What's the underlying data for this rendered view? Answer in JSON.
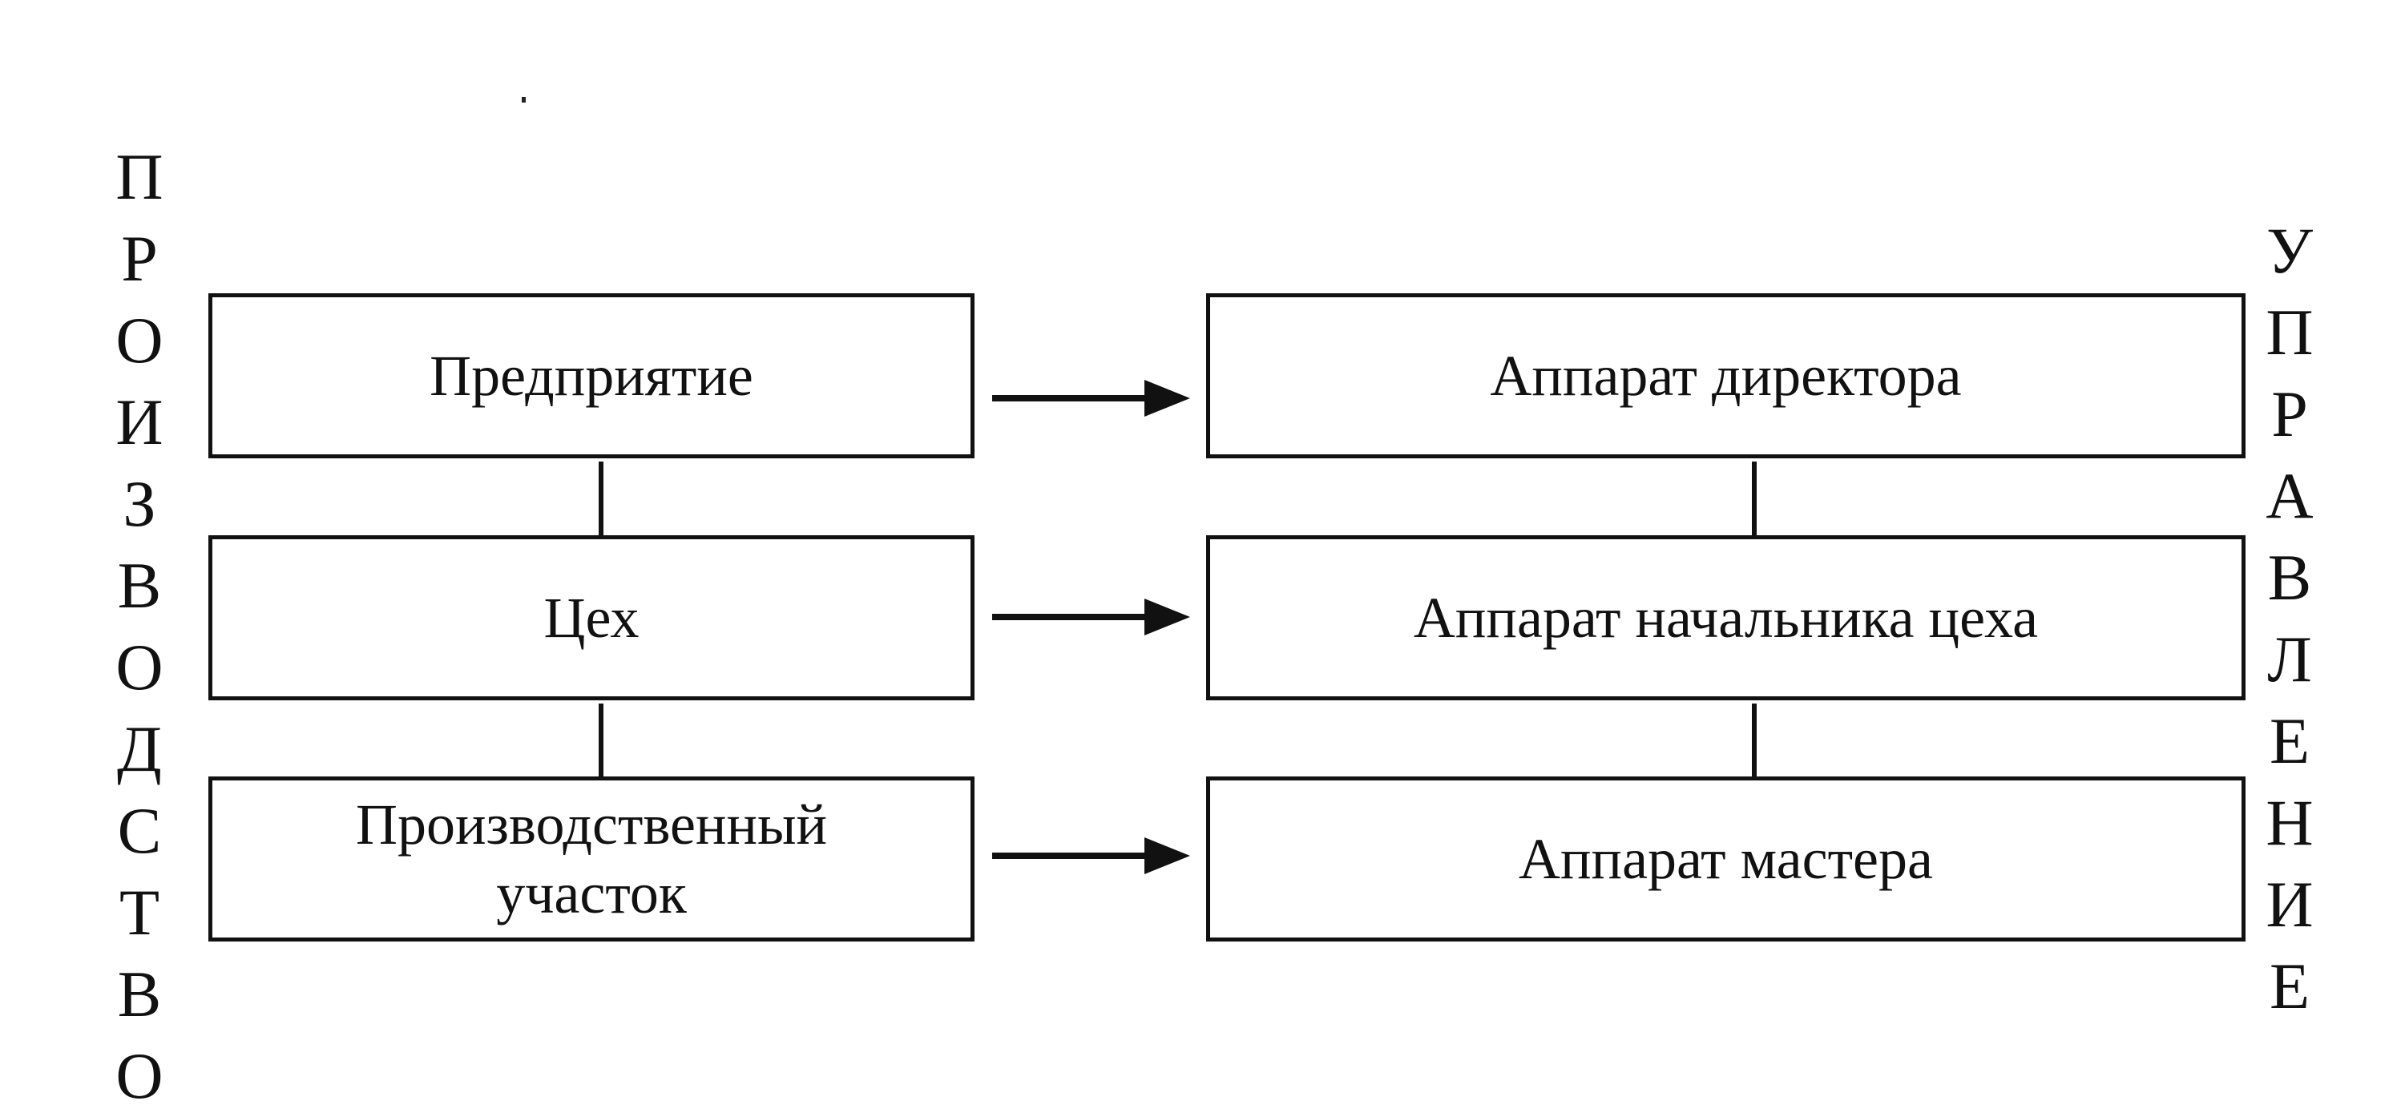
{
  "left_label": [
    "П",
    "Р",
    "О",
    "И",
    "З",
    "В",
    "О",
    "Д",
    "С",
    "Т",
    "В",
    "О"
  ],
  "right_label": [
    "У",
    "П",
    "Р",
    "А",
    "В",
    "Л",
    "Е",
    "Н",
    "И",
    "Е"
  ],
  "production_levels": [
    {
      "label": "Предприятие"
    },
    {
      "label": "Цех"
    },
    {
      "label": "Производственный участок"
    }
  ],
  "management_levels": [
    {
      "label": "Аппарат директора"
    },
    {
      "label": "Аппарат начальника цеха"
    },
    {
      "label": "Аппарат мастера"
    }
  ]
}
